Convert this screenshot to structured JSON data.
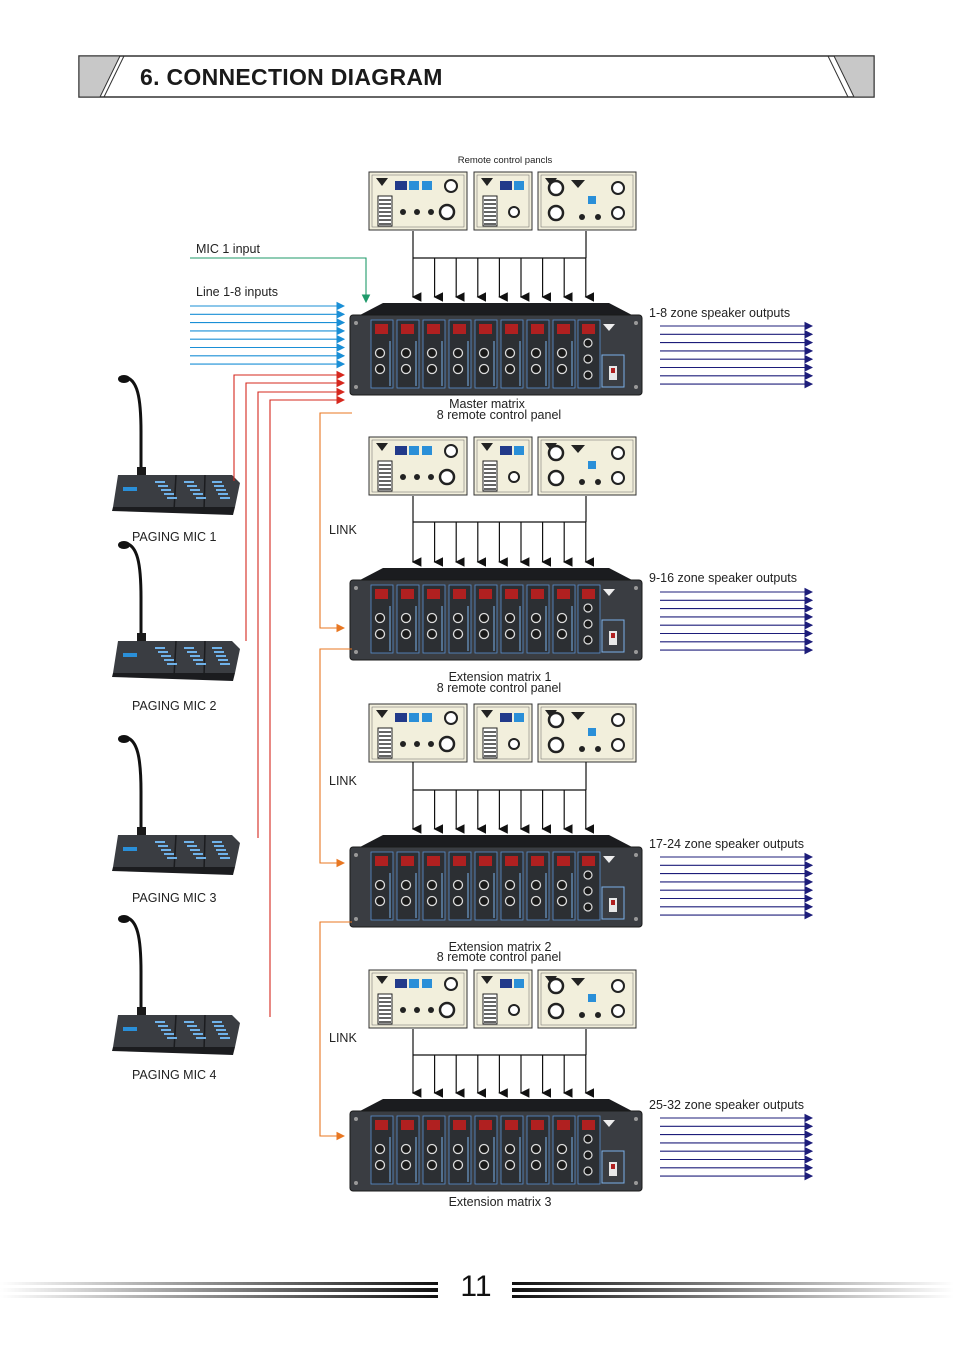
{
  "header": {
    "title": "6. CONNECTION DIAGRAM"
  },
  "labels": {
    "remote_panels": "Remote control pancls",
    "mic1_input": "MIC 1 input",
    "line_inputs": "Line 1-8 inputs",
    "master_matrix": "Master matrix",
    "remote_panel_8": "8 remote control panel",
    "link": "LINK",
    "extension_1": "Extension matrix 1",
    "extension_2": "Extension matrix 2",
    "extension_3": "Extension matrix 3",
    "outputs_1": "1-8 zone speaker outputs",
    "outputs_2": "9-16 zone speaker outputs",
    "outputs_3": "17-24  zone speaker outputs",
    "outputs_4": "25-32  zone speaker outputs",
    "paging_mic_1": "PAGING MIC 1",
    "paging_mic_2": "PAGING MIC 2",
    "paging_mic_3": "PAGING MIC 3",
    "paging_mic_4": "PAGING MIC 4"
  },
  "page_number": "11",
  "colors": {
    "line_inputs": "#1a8fd6",
    "mic_input": "#1f9a6a",
    "paging": "#d6281e",
    "link": "#e87722",
    "outputs": "#1d1d7a",
    "device_body": "#3a3d42",
    "panel_face": "#f2efdc"
  }
}
